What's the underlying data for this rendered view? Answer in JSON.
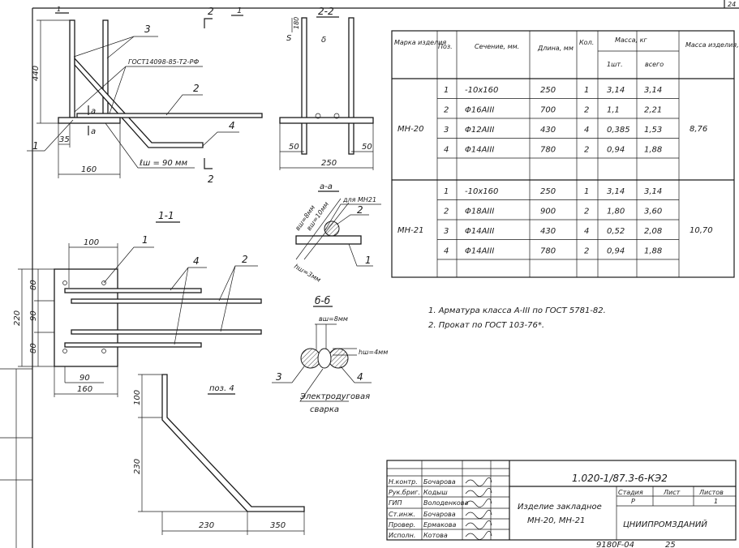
{
  "sheet": {
    "page_corner_number": "24",
    "bottom_code": "9180F-04",
    "bottom_number": "25"
  },
  "elevation": {
    "section_mark_1": "1",
    "section_mark_1_top": "1",
    "section_mark_2_top": "2",
    "section_mark_2_bottom": "2",
    "label_pos1": "1",
    "label_pos2": "2",
    "label_pos3": "3",
    "label_pos4": "4",
    "gost_label": "ГОСТ14098-85-Т2-РФ",
    "weld_length": "ℓш = 90 мм",
    "cut_a_top": "а",
    "cut_a_bottom": "а",
    "dim_height": "440",
    "dim_offset": "35",
    "dim_plate": "160"
  },
  "section_2_2": {
    "title": "2-2",
    "dim_180": "180",
    "label_s": "S",
    "label_delta": "δ",
    "dim_left": "50",
    "dim_right": "50",
    "dim_total": "250"
  },
  "section_a_a": {
    "title": "а-а",
    "weld_w1": "вш=8мм",
    "weld_w2": "вш=10мм",
    "for_mn21": "для МН21",
    "label_pos2": "2",
    "label_pos1": "1",
    "weld_h": "hш=3мм"
  },
  "section_1_1": {
    "title": "1-1",
    "dim_100": "100",
    "dim_220": "220",
    "dim_80_top": "80",
    "dim_90": "90",
    "dim_80_bottom": "80",
    "dim_90_bottom": "90",
    "dim_160": "160",
    "label_pos1": "1",
    "label_pos4": "4",
    "label_pos2": "2"
  },
  "section_b_b": {
    "title": "б-б",
    "weld_w": "вш=8мм",
    "weld_h": "hш=4мм",
    "label_pos3": "3",
    "label_pos4": "4",
    "weld_type_1": "Электродуговая",
    "weld_type_2": "сварка"
  },
  "pos4_detail": {
    "title": "поз. 4",
    "dim_100": "100",
    "dim_230_v": "230",
    "dim_230_h": "230",
    "dim_350": "350"
  },
  "spec_table": {
    "headers": {
      "mark": "Марка изделия",
      "pos": "Поз.",
      "section": "Сечение, мм.",
      "length": "Длина, мм",
      "qty": "Кол.",
      "mass": "Масса, кг",
      "mass_one": "1шт.",
      "mass_total": "всего",
      "item_mass": "Масса изделия, кг"
    },
    "groups": [
      {
        "mark": "МН-20",
        "item_mass": "8,76",
        "rows": [
          {
            "pos": "1",
            "section": "-10x160",
            "length": "250",
            "qty": "1",
            "one": "3,14",
            "total": "3,14"
          },
          {
            "pos": "2",
            "section": "Φ16АIII",
            "length": "700",
            "qty": "2",
            "one": "1,1",
            "total": "2,21"
          },
          {
            "pos": "3",
            "section": "Φ12АIII",
            "length": "430",
            "qty": "4",
            "one": "0,385",
            "total": "1,53"
          },
          {
            "pos": "4",
            "section": "Φ14АIII",
            "length": "780",
            "qty": "2",
            "one": "0,94",
            "total": "1,88"
          }
        ]
      },
      {
        "mark": "МН-21",
        "item_mass": "10,70",
        "rows": [
          {
            "pos": "1",
            "section": "-10x160",
            "length": "250",
            "qty": "1",
            "one": "3,14",
            "total": "3,14"
          },
          {
            "pos": "2",
            "section": "Φ18АIII",
            "length": "900",
            "qty": "2",
            "one": "1,80",
            "total": "3,60"
          },
          {
            "pos": "3",
            "section": "Φ14АIII",
            "length": "430",
            "qty": "4",
            "one": "0,52",
            "total": "2,08"
          },
          {
            "pos": "4",
            "section": "Φ14АIII",
            "length": "780",
            "qty": "2",
            "one": "0,94",
            "total": "1,88"
          }
        ]
      }
    ]
  },
  "notes": [
    "1. Арматура класса А-III по ГОСТ 5781-82.",
    "2. Прокат по ГОСТ 103-76*."
  ],
  "title_block": {
    "designation": "1.020-1/87.3-6-КЭ2",
    "item_name_1": "Изделие закладное",
    "item_name_2": "МН-20, МН-21",
    "stage_label": "Стадия",
    "sheet_label": "Лист",
    "sheets_label": "Листов",
    "stage_value": "Р",
    "sheets_value": "1",
    "organization": "ЦНИИПРОМЗДАНИЙ",
    "signatures": [
      {
        "role": "Н.контр.",
        "name": "Бочарова"
      },
      {
        "role": "Рук.бриг.",
        "name": "Кодыш"
      },
      {
        "role": "ГИП",
        "name": "Володенкова"
      },
      {
        "role": "Ст.инж.",
        "name": "Бочарова"
      },
      {
        "role": "Провер.",
        "name": "Ермакова"
      },
      {
        "role": "Исполн.",
        "name": "Котова"
      }
    ]
  }
}
